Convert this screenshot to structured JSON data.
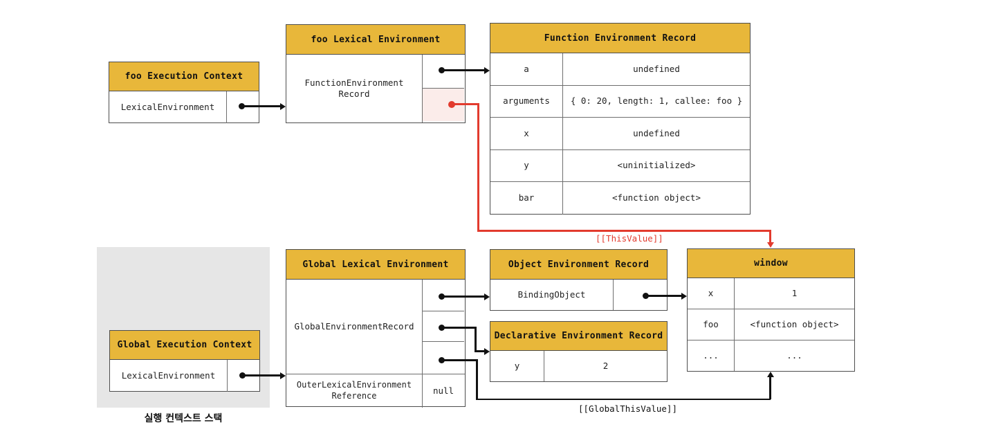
{
  "diagram": {
    "title": "JavaScript Execution Context / Lexical Environment diagram",
    "colors": {
      "header_gold": "#e8b73a",
      "this_value_red": "#e23b2e",
      "pink_cell": "#fbecea",
      "stack_panel_gray": "#e6e6e6",
      "border": "#4d4d4d"
    }
  },
  "foo_execution_context": {
    "header": "foo Execution Context",
    "rows": [
      {
        "label": "LexicalEnvironment",
        "value": ""
      }
    ]
  },
  "foo_lexical_environment": {
    "header": "foo Lexical Environment",
    "rows": [
      {
        "label": "FunctionEnvironment\nRecord",
        "value": ""
      }
    ]
  },
  "function_environment_record": {
    "header": "Function Environment Record",
    "columns": [
      "binding",
      "value"
    ],
    "rows": [
      {
        "binding": "a",
        "value": "undefined"
      },
      {
        "binding": "arguments",
        "value": "{ 0: 20, length: 1, callee: foo }"
      },
      {
        "binding": "x",
        "value": "undefined"
      },
      {
        "binding": "y",
        "value": "<uninitialized>"
      },
      {
        "binding": "bar",
        "value": "<function object>"
      }
    ]
  },
  "global_execution_context": {
    "header": "Global Execution Context",
    "rows": [
      {
        "label": "LexicalEnvironment",
        "value": ""
      }
    ]
  },
  "execution_context_stack": {
    "caption": "실행 컨텍스트 스택"
  },
  "global_lexical_environment": {
    "header": "Global Lexical Environment",
    "rows": [
      {
        "label": "GlobalEnvironmentRecord",
        "value": ""
      },
      {
        "label": "OuterLexicalEnvironment\nReference",
        "value": "null"
      }
    ]
  },
  "object_environment_record": {
    "header": "Object Environment Record",
    "rows": [
      {
        "label": "BindingObject",
        "value": ""
      }
    ]
  },
  "declarative_environment_record": {
    "header": "Declarative Environment Record",
    "columns": [
      "binding",
      "value"
    ],
    "rows": [
      {
        "binding": "y",
        "value": "2"
      }
    ]
  },
  "window_object": {
    "header": "window",
    "columns": [
      "property",
      "value"
    ],
    "rows": [
      {
        "property": "x",
        "value": "1"
      },
      {
        "property": "foo",
        "value": "<function object>"
      },
      {
        "property": "...",
        "value": "..."
      }
    ]
  },
  "edge_labels": {
    "this_value": "[[ThisValue]]",
    "global_this_value": "[[GlobalThisValue]]"
  }
}
